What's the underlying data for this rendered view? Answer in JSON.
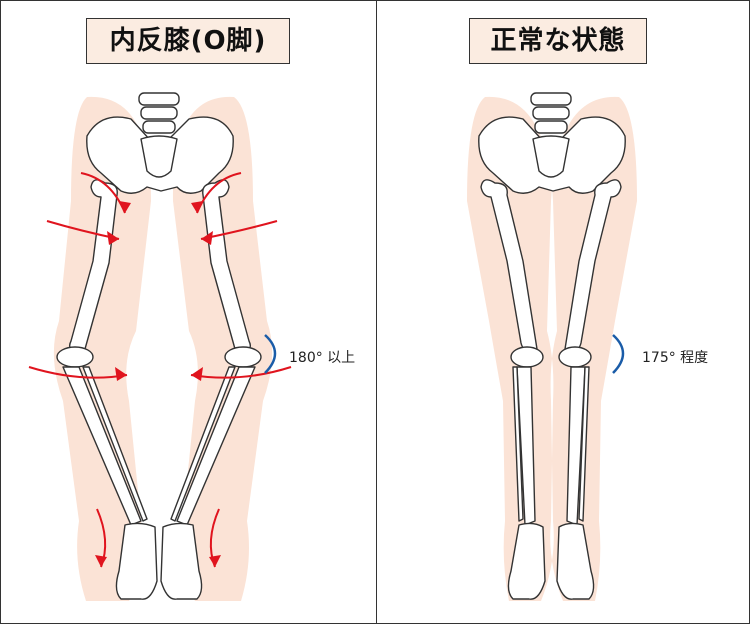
{
  "panels": {
    "left": {
      "title": "内反膝(O脚)",
      "angle_label": "180° 以上"
    },
    "right": {
      "title": "正常な状態",
      "angle_label": "175° 程度"
    }
  },
  "colors": {
    "skin": "#fbe3d6",
    "bone_fill": "#ffffff",
    "bone_stroke": "#333333",
    "arrow": "#e0141e",
    "angle_arc": "#1a5ca8",
    "title_bg": "#fbece1"
  }
}
